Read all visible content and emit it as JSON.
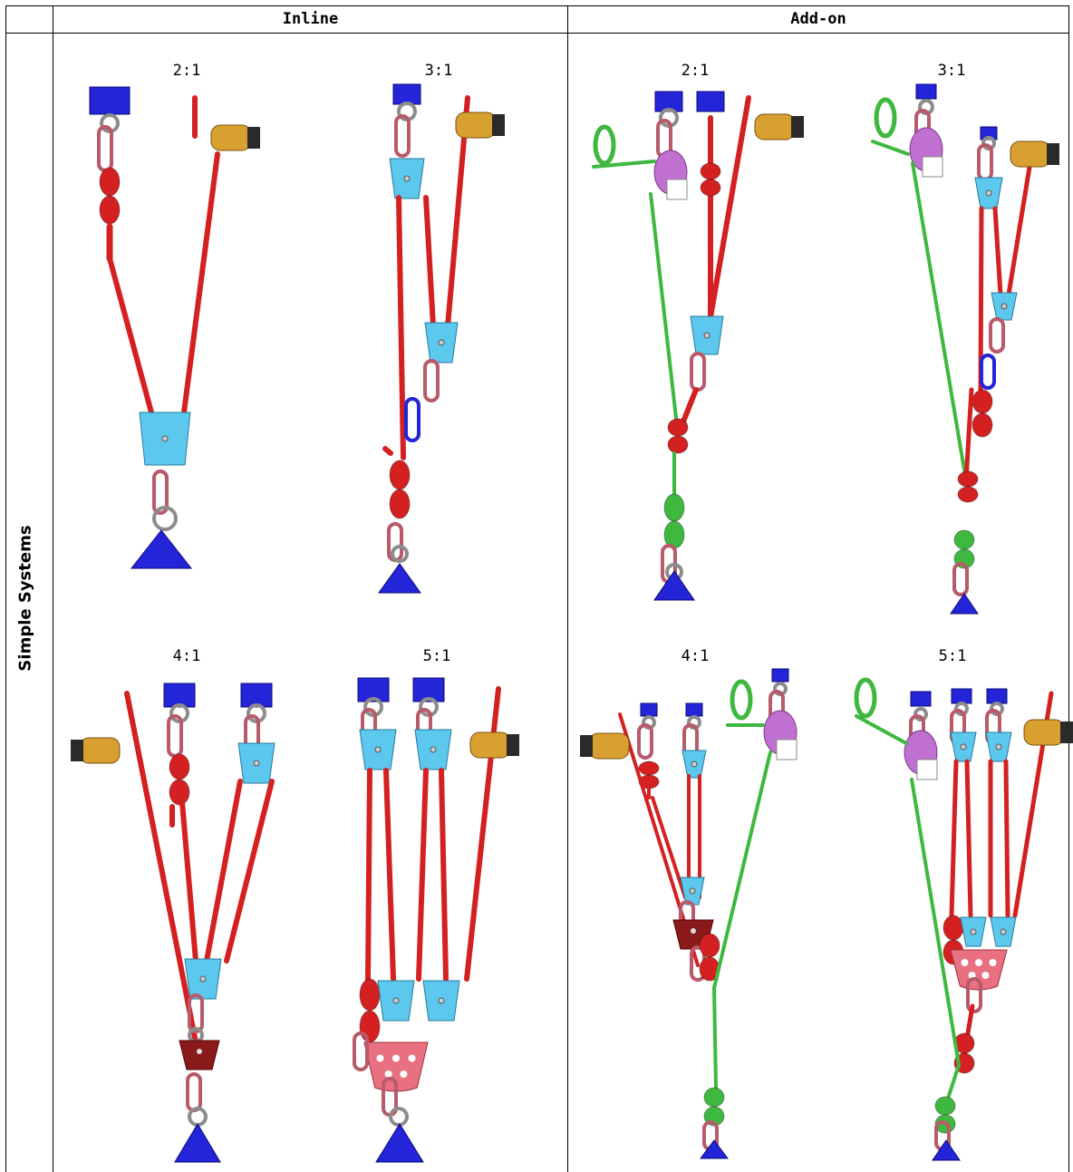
{
  "table": {
    "columns": [
      "Inline",
      "Add-on"
    ],
    "row_label": "Simple Systems"
  },
  "panels": {
    "inline_2": "2:1",
    "inline_3": "3:1",
    "inline_4": "4:1",
    "inline_5": "5:1",
    "addon_2": "2:1",
    "addon_3": "3:1",
    "addon_4": "4:1",
    "addon_5": "5:1"
  },
  "colors": {
    "anchor": "#2424d8",
    "rope": "#d42020",
    "haul_rope": "#3fb83f",
    "pulley": "#5cc8ee",
    "carabiner": "#b85a6a",
    "ring": "#8c8c8c",
    "glove": "#d8a030",
    "cuff": "#2a2a2a",
    "rigging_plate": "#e87080",
    "progress_pulley": "#c070d0",
    "dark_pulley": "#8a1a1a"
  }
}
